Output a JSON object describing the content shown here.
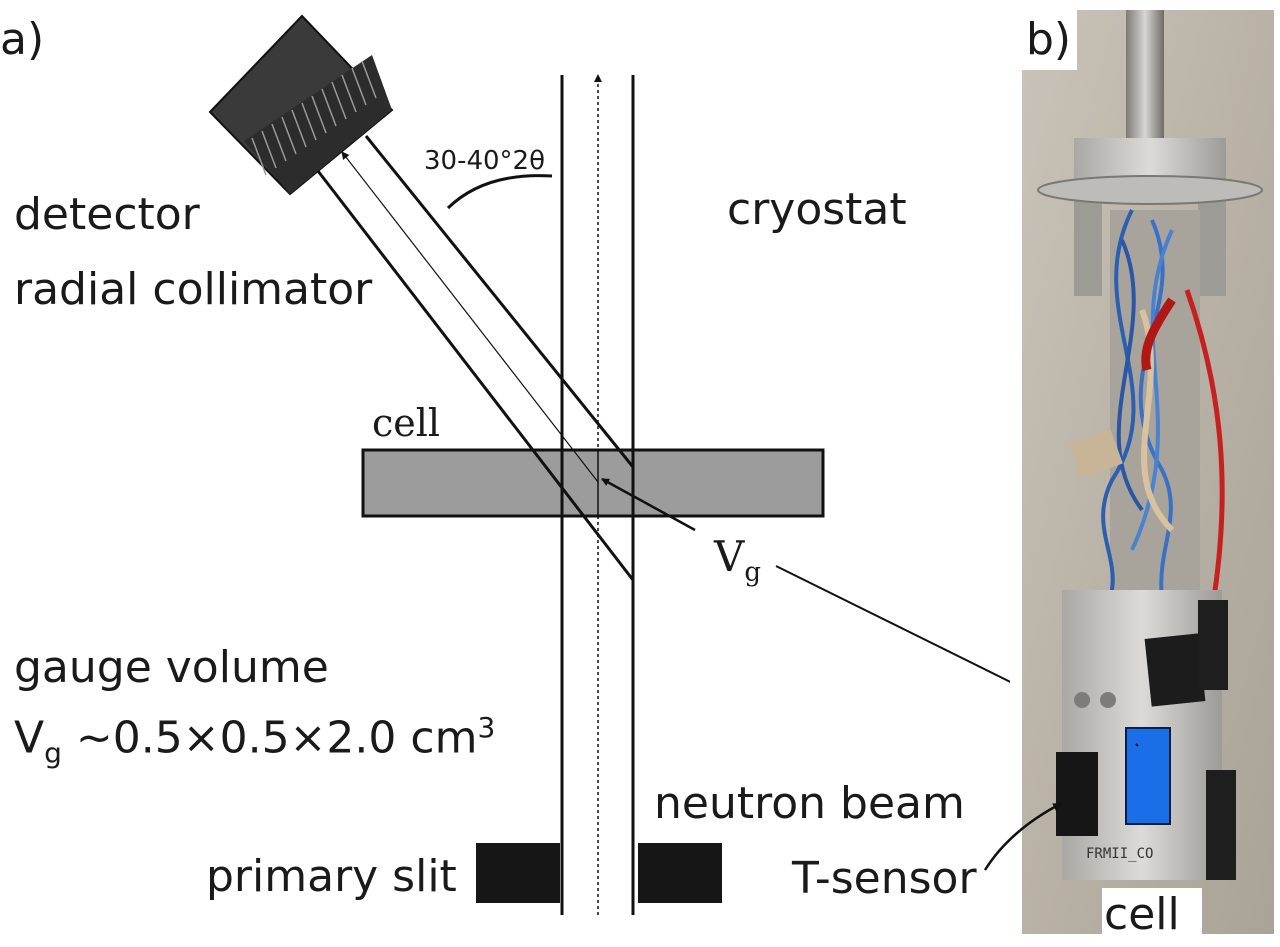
{
  "panels": {
    "a_label": "a)",
    "b_label": "b)"
  },
  "labels": {
    "detector": "detector",
    "radial_collimator": "radial collimator",
    "angle": "30-40°2θ",
    "cryostat": "cryostat",
    "cell": "cell",
    "vg_symbol": "V",
    "vg_subscript": "g",
    "gauge_volume": "gauge volume",
    "gauge_formula_v": "V",
    "gauge_formula_sub": "g",
    "gauge_formula_dims": " ~0.5×0.5×2.0 cm",
    "gauge_formula_sup": "3",
    "neutron_beam": "neutron beam",
    "primary_slit": "primary slit",
    "t_sensor": "T-sensor",
    "photo_cell": "cell",
    "photo_marking": "FRMII_CO"
  },
  "colors": {
    "line": "#111111",
    "cell_fill": "#9c9c9c",
    "slit_fill": "#161616",
    "detector_fill": "#3a3a3a",
    "highlight": "#1a6ee8"
  }
}
